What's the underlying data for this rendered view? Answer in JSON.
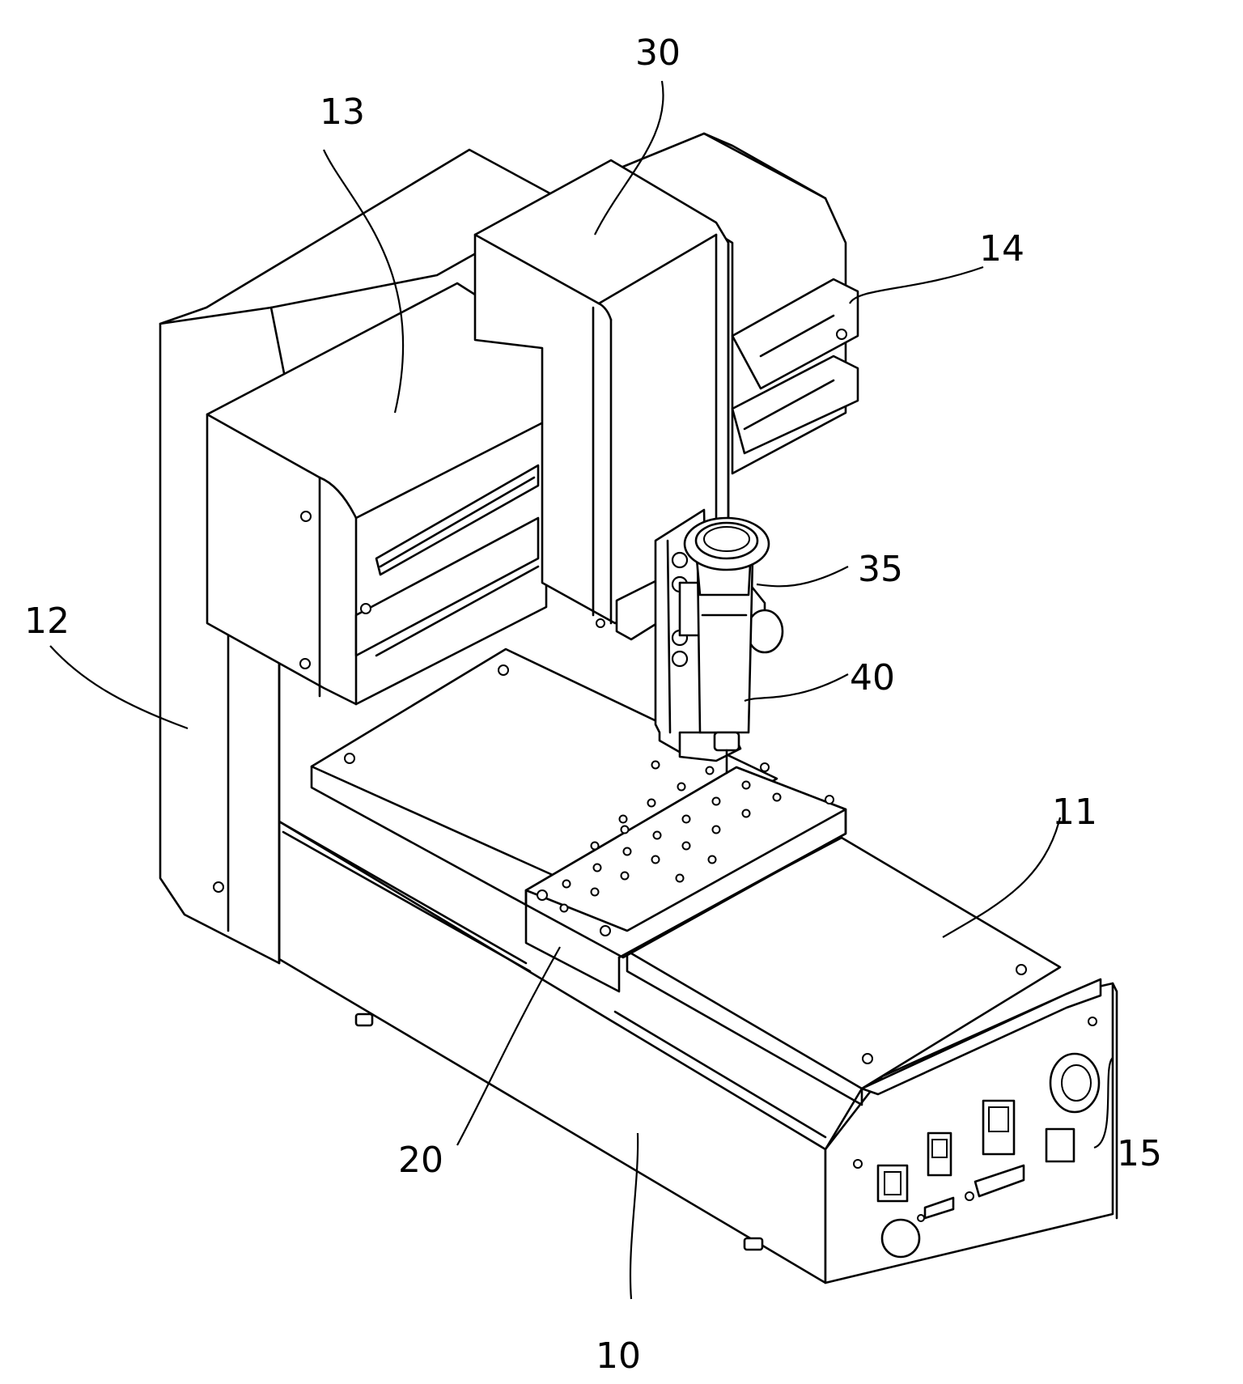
{
  "labels": {
    "r10": "10",
    "r11": "11",
    "r12": "12",
    "r13": "13",
    "r14": "14",
    "r15": "15",
    "r20": "20",
    "r30": "30",
    "r35": "35",
    "r40": "40"
  }
}
